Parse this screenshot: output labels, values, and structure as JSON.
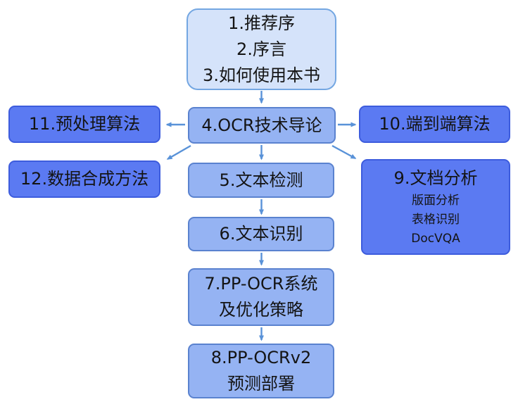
{
  "diagram": {
    "type": "flowchart",
    "nodes": {
      "intro": {
        "lines": [
          "1.推荐序",
          "2.序言",
          "3.如何使用本书"
        ]
      },
      "ch4": {
        "label": "4.OCR技术导论"
      },
      "ch5": {
        "label": "5.文本检测"
      },
      "ch6": {
        "label": "6.文本识别"
      },
      "ch7": {
        "lines": [
          "7.PP-OCR系统",
          "及优化策略"
        ]
      },
      "ch8": {
        "lines": [
          "8.PP-OCRv2",
          "预测部署"
        ]
      },
      "ch9": {
        "title": "9.文档分析",
        "items": [
          "版面分析",
          "表格识别",
          "DocVQA"
        ]
      },
      "ch10": {
        "label": "10.端到端算法"
      },
      "ch11": {
        "label": "11.预处理算法"
      },
      "ch12": {
        "label": "12.数据合成方法"
      }
    },
    "edges": [
      {
        "from": "intro",
        "to": "ch4"
      },
      {
        "from": "ch4",
        "to": "ch11"
      },
      {
        "from": "ch4",
        "to": "ch10"
      },
      {
        "from": "ch4",
        "to": "ch12"
      },
      {
        "from": "ch4",
        "to": "ch9"
      },
      {
        "from": "ch4",
        "to": "ch5"
      },
      {
        "from": "ch5",
        "to": "ch6"
      },
      {
        "from": "ch6",
        "to": "ch7"
      },
      {
        "from": "ch7",
        "to": "ch8"
      }
    ],
    "colors": {
      "background": "#ffffff",
      "intro_fill": "#d5e3fa",
      "intro_border": "#74a7e2",
      "chain_fill": "#95b3f3",
      "chain_border": "#5a82cf",
      "side_fill": "#5b7af2",
      "side_border": "#3d5cdd",
      "arrow": "#5992d8",
      "text": "#141414"
    }
  }
}
